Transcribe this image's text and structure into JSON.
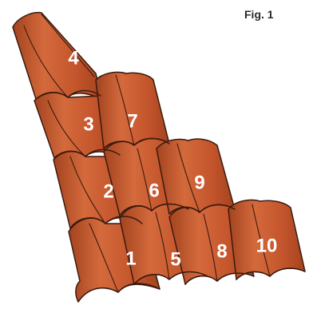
{
  "figure_label": "Fig. 1",
  "colors": {
    "tile": "#c4552c",
    "tile_dark": "#a3431f",
    "tile_light": "#d46a3c",
    "outline": "#3a1a0f",
    "number": "#ffffff"
  },
  "tiles": [
    {
      "number": "1"
    },
    {
      "number": "2"
    },
    {
      "number": "3"
    },
    {
      "number": "4"
    },
    {
      "number": "5"
    },
    {
      "number": "6"
    },
    {
      "number": "7"
    },
    {
      "number": "8"
    },
    {
      "number": "9"
    },
    {
      "number": "10"
    }
  ]
}
